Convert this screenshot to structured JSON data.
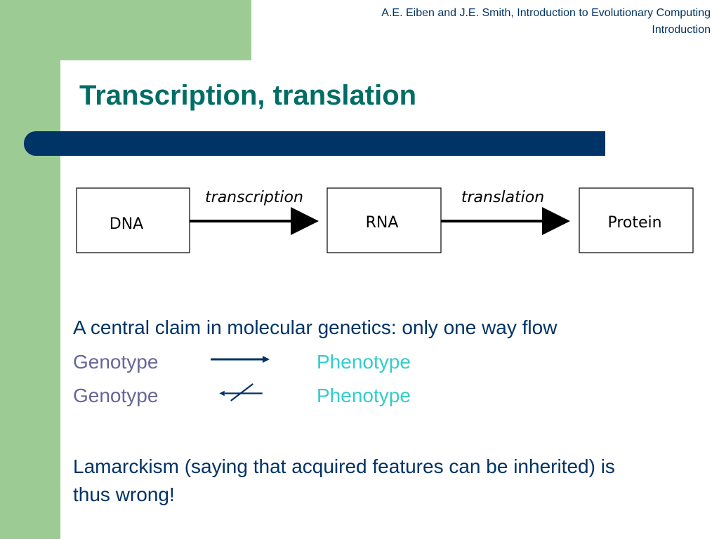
{
  "header": {
    "line1": "A.E. Eiben and J.E. Smith, Introduction to Evolutionary Computing",
    "line2": "Introduction"
  },
  "slide": {
    "title": "Transcription, translation"
  },
  "diagram": {
    "boxes": [
      "DNA",
      "RNA",
      "Protein"
    ],
    "arrows": [
      "transcription",
      "translation"
    ]
  },
  "body": {
    "claim": "A central claim in molecular genetics: only one way flow",
    "flow_rows": [
      {
        "left": "Genotype",
        "right": "Phenotype"
      },
      {
        "left": "Genotype",
        "right": "Phenotype"
      }
    ],
    "lamarck": "Lamarckism (saying that acquired features can be inherited) is thus wrong!"
  },
  "colors": {
    "green_band": "#9ccc94",
    "navy": "#003366",
    "title_teal": "#006d66",
    "genotype": "#666699",
    "phenotype": "#33cccc"
  }
}
